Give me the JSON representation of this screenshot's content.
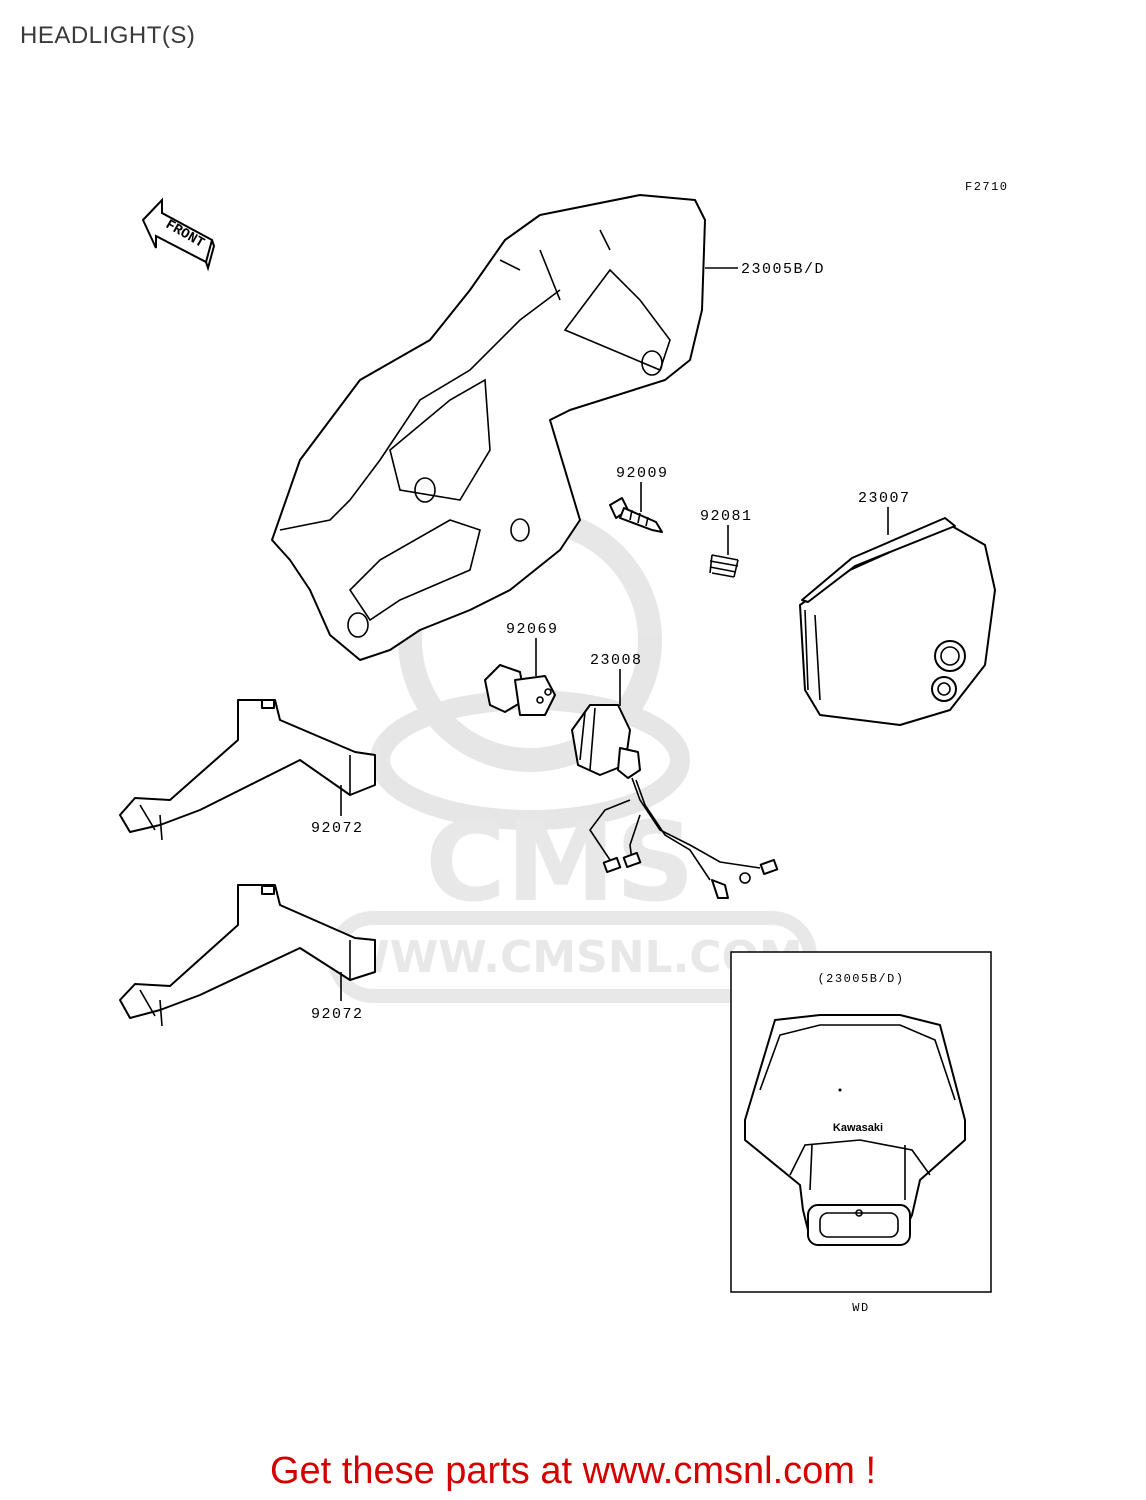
{
  "page": {
    "title": "HEADLIGHT(S)",
    "figure_code": "F2710",
    "front_arrow_label": "FRONT",
    "cta_text": "Get these parts at www.cmsnl.com !"
  },
  "watermark": {
    "logo_text": "CMS",
    "url_text": "WWW.CMSNL.COM"
  },
  "parts": {
    "headlight_cover": "23005B/D",
    "screw": "92009",
    "spring": "92081",
    "headlight_unit": "23007",
    "bulb": "92069",
    "socket": "23008",
    "band_upper": "92072",
    "band_lower": "92072"
  },
  "inset": {
    "title": "(23005B/D)",
    "brand_text": "Kawasaki",
    "model_label": "WD"
  }
}
